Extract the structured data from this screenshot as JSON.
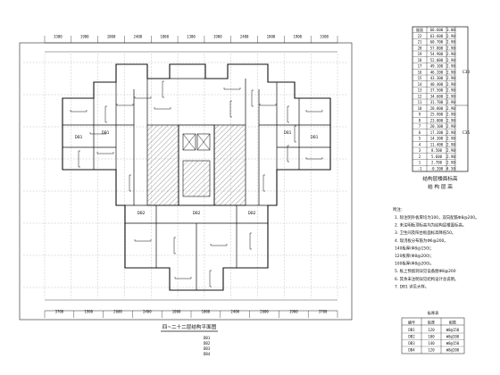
{
  "plan": {
    "title": "四~二十二层结构平面图",
    "top_dims": [
      "3300",
      "1900",
      "1800",
      "2400",
      "1800",
      "1300",
      "1900",
      "2400",
      "1800",
      "1900",
      "3300"
    ],
    "bottom_dims": [
      "3700",
      "1900",
      "2600",
      "2400",
      "1000",
      "1000",
      "2400",
      "2600",
      "1900",
      "3700"
    ],
    "room_labels": [
      "DB1",
      "DB1",
      "DB1",
      "DB1",
      "DB2",
      "DB2",
      "DB2"
    ]
  },
  "legend_table": {
    "title": "结构层楼面标高",
    "subtitle": "结 构 层 高",
    "rows": [
      [
        "屋面",
        "66.600",
        "3.00"
      ],
      [
        "22",
        "63.600",
        "2.90"
      ],
      [
        "21",
        "60.700",
        "2.90"
      ],
      [
        "20",
        "57.800",
        "2.90"
      ],
      [
        "19",
        "54.900",
        "2.90"
      ],
      [
        "18",
        "52.000",
        "2.90"
      ],
      [
        "17",
        "49.100",
        "2.90"
      ],
      [
        "16",
        "46.200",
        "2.90"
      ],
      [
        "15",
        "43.300",
        "2.90"
      ],
      [
        "14",
        "40.400",
        "2.90"
      ],
      [
        "13",
        "37.500",
        "2.90"
      ],
      [
        "12",
        "34.600",
        "2.90"
      ],
      [
        "11",
        "31.700",
        "2.90"
      ],
      [
        "10",
        "28.800",
        "2.90"
      ],
      [
        "9",
        "25.900",
        "2.90"
      ],
      [
        "8",
        "23.000",
        "2.90"
      ],
      [
        "7",
        "20.100",
        "2.90"
      ],
      [
        "6",
        "17.200",
        "2.90"
      ],
      [
        "5",
        "14.300",
        "2.90"
      ],
      [
        "4",
        "11.400",
        "2.90"
      ],
      [
        "3",
        "8.500",
        "2.90"
      ],
      [
        "2",
        "5.600",
        "2.90"
      ],
      [
        "1",
        "2.700",
        "2.90"
      ],
      [
        "-1",
        "-0.200",
        "4.50"
      ]
    ],
    "band_labels": [
      "C30",
      "C35"
    ]
  },
  "notes": {
    "heading": "附注：",
    "items": [
      "1. 除注明外板厚均为100，双向配筋Φ8@200。",
      "2. 未注明板顶标高均为结构层楼面标高。",
      "3. 卫生间及阳台板面标高降低50。",
      "4. 现浇板分布筋为Φ6@200。",
      "   140板厚(Φ8@150)；",
      "   120板厚(Φ8@200)；",
      "   100板厚(Φ8@200)。",
      "5. 板上预留洞详见设备图Φ8@200",
      "6. 其余未注明详见结构设计总说明。",
      "7. DB1 详见大样。"
    ]
  },
  "small_table": {
    "title": "板厚表",
    "headers": [
      "编号",
      "板厚",
      "配筋"
    ],
    "rows": [
      [
        "DB1",
        "120",
        "Φ8@150"
      ],
      [
        "DB2",
        "100",
        "Φ8@200"
      ],
      [
        "DB3",
        "140",
        "Φ8@150"
      ],
      [
        "DB4",
        "120",
        "Φ8@200"
      ]
    ]
  },
  "plan_notes": [
    "DB1",
    "DB2",
    "DB3",
    "DB4"
  ]
}
